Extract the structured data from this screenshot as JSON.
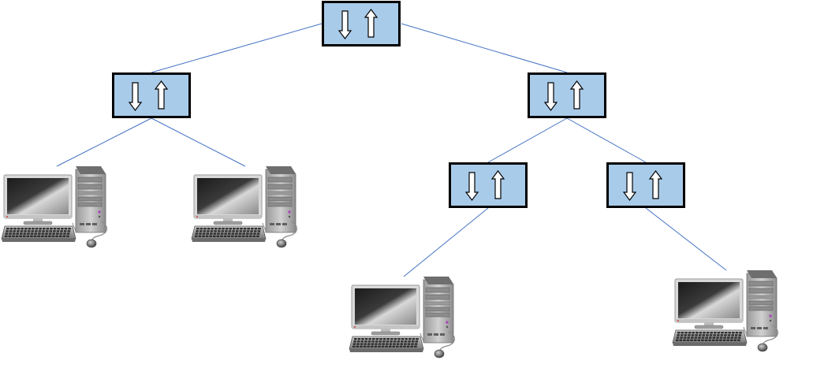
{
  "diagram": {
    "kind": "tree-topology",
    "colors": {
      "switch_fill": "#a9cbea",
      "switch_border": "#000000",
      "link": "#4472c4",
      "arrow_fill": "#ffffff",
      "monitor_frame": "#d9d9d9",
      "tower": "#b8b8b8"
    },
    "nodes": [
      {
        "id": "sw-root",
        "type": "switch",
        "icon": "down-up-arrows-icon"
      },
      {
        "id": "sw-left",
        "type": "switch",
        "icon": "down-up-arrows-icon"
      },
      {
        "id": "sw-right",
        "type": "switch",
        "icon": "down-up-arrows-icon"
      },
      {
        "id": "sw-right-a",
        "type": "switch",
        "icon": "down-up-arrows-icon"
      },
      {
        "id": "sw-right-b",
        "type": "switch",
        "icon": "down-up-arrows-icon"
      },
      {
        "id": "pc-1",
        "type": "computer",
        "icon": "desktop-computer-icon"
      },
      {
        "id": "pc-2",
        "type": "computer",
        "icon": "desktop-computer-icon"
      },
      {
        "id": "pc-3",
        "type": "computer",
        "icon": "desktop-computer-icon"
      },
      {
        "id": "pc-4",
        "type": "computer",
        "icon": "desktop-computer-icon"
      }
    ],
    "links": [
      [
        "sw-root",
        "sw-left"
      ],
      [
        "sw-root",
        "sw-right"
      ],
      [
        "sw-left",
        "pc-1"
      ],
      [
        "sw-left",
        "pc-2"
      ],
      [
        "sw-right",
        "sw-right-a"
      ],
      [
        "sw-right",
        "sw-right-b"
      ],
      [
        "sw-right-a",
        "pc-3"
      ],
      [
        "sw-right-b",
        "pc-4"
      ]
    ]
  }
}
